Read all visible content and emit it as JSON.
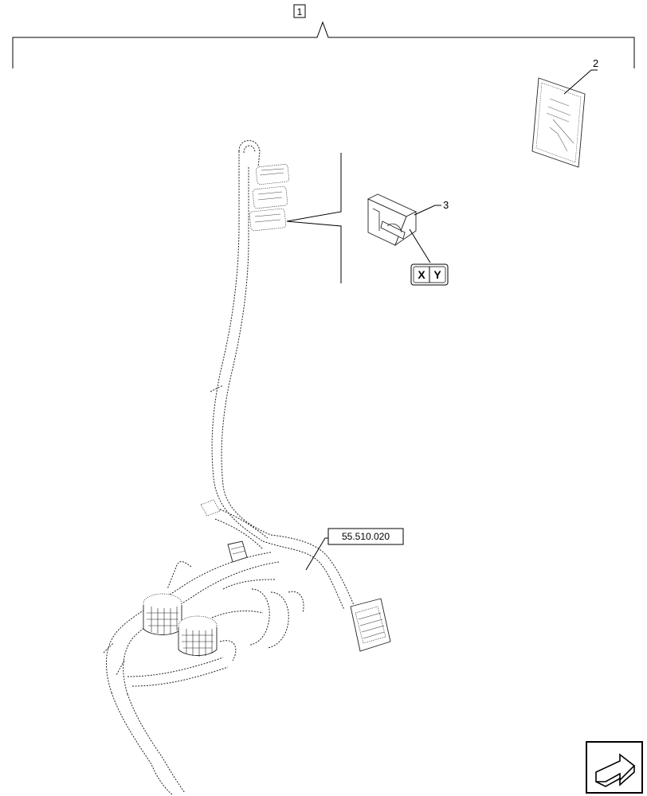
{
  "diagram": {
    "kit_callout": "1",
    "item_callouts": [
      "2",
      "3"
    ],
    "reference_code": "55.510.020",
    "xy_label": {
      "x": "X",
      "y": "Y"
    },
    "icons": [
      "manual-booklet-icon",
      "switch-icon",
      "wire-harness-icon",
      "navigation-arrow-icon"
    ]
  }
}
